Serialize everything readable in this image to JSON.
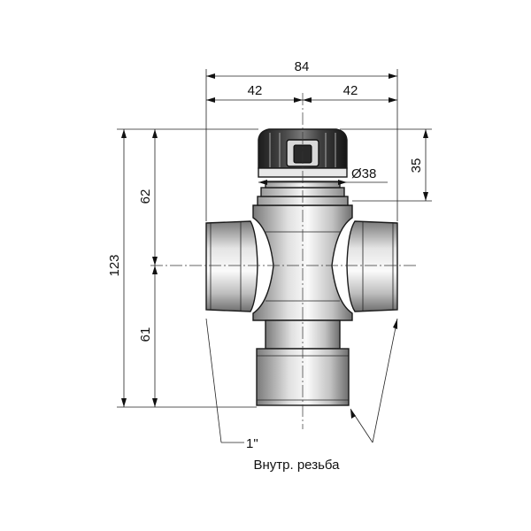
{
  "dimensions": {
    "total_width": "84",
    "half_width_left": "42",
    "half_width_right": "42",
    "cap_height": "35",
    "cap_diameter": "Ø38",
    "total_height": "123",
    "upper_height": "62",
    "lower_height": "61"
  },
  "notes": {
    "thread_size": "1\"",
    "thread_type": "Внутр. резьба"
  },
  "colors": {
    "body_dark": "#8a8a8a",
    "body_light": "#f2f2f2",
    "line": "#1a1a1a"
  }
}
